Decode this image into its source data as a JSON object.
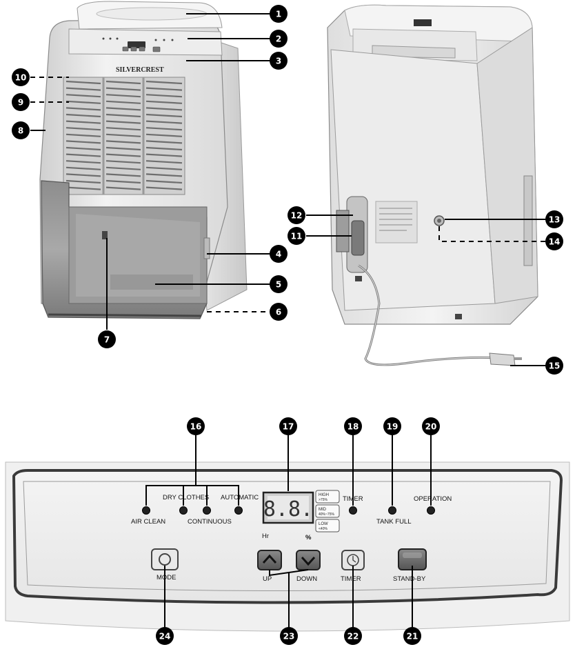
{
  "brand": "SILVERCREST",
  "callouts": [
    "1",
    "2",
    "3",
    "4",
    "5",
    "6",
    "7",
    "8",
    "9",
    "10",
    "11",
    "12",
    "13",
    "14",
    "15",
    "16",
    "17",
    "18",
    "19",
    "20",
    "21",
    "22",
    "23",
    "24"
  ],
  "panel": {
    "indicators": {
      "air_clean": "AIR CLEAN",
      "dry_clothes": "DRY CLOTHES",
      "continuous": "CONTINUOUS",
      "automatic": "AUTOMATIC",
      "timer": "TIMER",
      "tank_full": "TANK FULL",
      "operation": "OPERATION"
    },
    "display": {
      "digits": "8.8.",
      "unit_hr": "Hr",
      "unit_pct": "%",
      "humidity_high": "HIGH",
      "humidity_high_range": ">75%",
      "humidity_mid": "MID",
      "humidity_mid_range": "40%~75%",
      "humidity_low": "LOW",
      "humidity_low_range": "<40%"
    },
    "buttons": {
      "mode": "MODE",
      "up": "UP",
      "down": "DOWN",
      "timer": "TIMER",
      "standby": "STAND-BY"
    }
  },
  "colors": {
    "callout_fill": "#000000",
    "body": "#e9e9e9",
    "tank": "#9a9a9a",
    "panel_frame": "#444444"
  }
}
